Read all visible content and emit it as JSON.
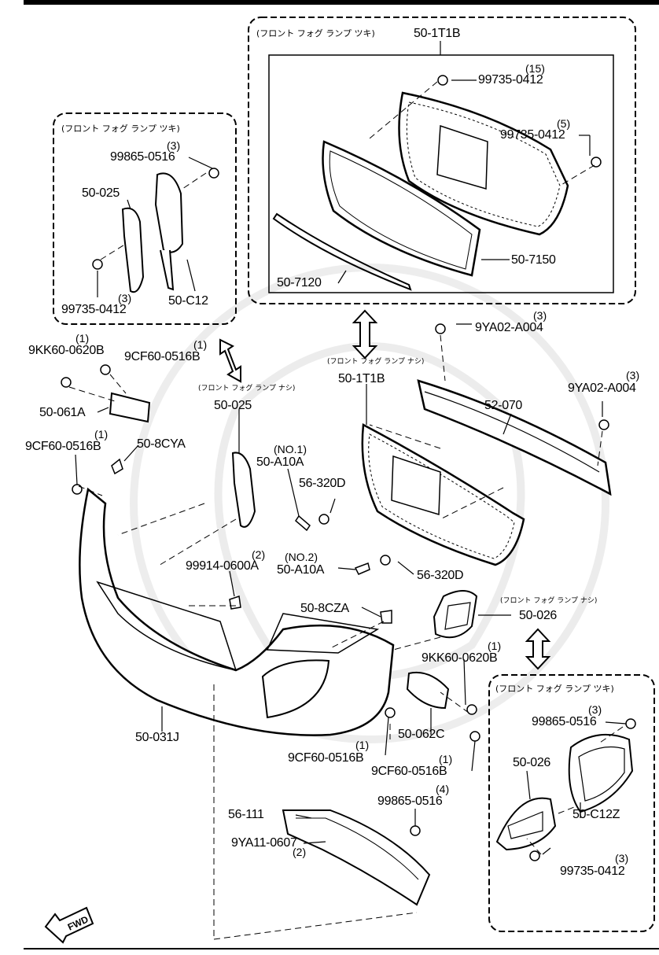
{
  "notes": {
    "top_box": "(フロント フォグ ランプ ツキ)",
    "left_box": "(フロント フォグ ランプ ツキ)",
    "right_box": "(フロント フォグ ランプ ツキ)",
    "mid_grille": "(フロント フォグ ランプ ナシ)",
    "mid_cover_left": "(フロント フォグ ランプ ナシ)",
    "mid_cover_right": "(フロント フォグ ランプ ナシ)"
  },
  "labels": {
    "p_50_1T1B_top": "50-1T1B",
    "p_99735_0412_a": "99735-0412",
    "q_99735_0412_a": "(15)",
    "p_99735_0412_b": "99735-0412",
    "q_99735_0412_b": "(5)",
    "p_50_7150": "50-7150",
    "p_50_7120": "50-7120",
    "p_99865_0516_left": "99865-0516",
    "q_99865_0516_left": "(3)",
    "p_50_025_left": "50-025",
    "p_99735_0412_left": "99735-0412",
    "q_99735_0412_left": "(3)",
    "p_50_C12": "50-C12",
    "p_9KK60_0620B_left": "9KK60-0620B",
    "q_9KK60_0620B_left": "(1)",
    "p_9CF60_0516B_a": "9CF60-0516B",
    "q_9CF60_0516B_a": "(1)",
    "p_50_061A": "50-061A",
    "p_9CF60_0516B_b": "9CF60-0516B",
    "q_9CF60_0516B_b": "(1)",
    "p_50_8CYA": "50-8CYA",
    "p_50_025_mid": "50-025",
    "p_no1": "(NO.1)",
    "p_50_A10A_1": "50-A10A",
    "p_56_320D_1": "56-320D",
    "p_no2": "(NO.2)",
    "p_50_A10A_2": "50-A10A",
    "p_56_320D_2": "56-320D",
    "p_50_1T1B_mid": "50-1T1B",
    "p_9YA02_A004_a": "9YA02-A004",
    "q_9YA02_A004_a": "(3)",
    "p_9YA02_A004_b": "9YA02-A004",
    "q_9YA02_A004_b": "(3)",
    "p_52_070": "52-070",
    "p_99914_0600A": "99914-0600A",
    "q_99914_0600A": "(2)",
    "p_50_8CZA": "50-8CZA",
    "p_50_026_mid": "50-026",
    "p_9KK60_0620B_right": "9KK60-0620B",
    "q_9KK60_0620B_right": "(1)",
    "p_50_031J": "50-031J",
    "p_50_062C": "50-062C",
    "p_9CF60_0516B_c": "9CF60-0516B",
    "q_9CF60_0516B_c": "(1)",
    "p_9CF60_0516B_d": "9CF60-0516B",
    "q_9CF60_0516B_d": "(1)",
    "p_99865_0516_b": "99865-0516",
    "q_99865_0516_b": "(4)",
    "p_56_111": "56-111",
    "p_9YA11_0607": "9YA11-0607",
    "q_9YA11_0607": "(2)",
    "p_99865_0516_right": "99865-0516",
    "q_99865_0516_right": "(3)",
    "p_50_026_right": "50-026",
    "p_50_C12Z": "50-C12Z",
    "p_99735_0412_right": "99735-0412",
    "q_99735_0412_right": "(3)",
    "fwd": "FWD"
  }
}
